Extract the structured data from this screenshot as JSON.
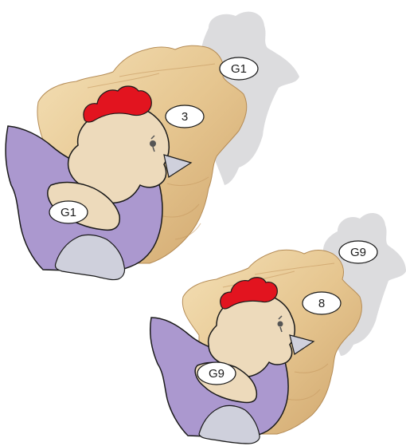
{
  "figure": {
    "top_assembly": {
      "callouts": {
        "shadow_part": "G1",
        "wood_body": "3",
        "wing_part": "G1"
      }
    },
    "bottom_assembly": {
      "callouts": {
        "shadow_part": "G9",
        "wood_body": "8",
        "wing_part": "G9"
      }
    }
  },
  "colors": {
    "shadow": "#dcdcde",
    "wood_light": "#f2dcb0",
    "wood_mid": "#e4c38c",
    "wood_dark": "#c9a068",
    "chick_face": "#eddabb",
    "comb": "#e2141f",
    "wing_purple": "#ab98cf",
    "feet_grey": "#cfd0dc",
    "outline": "#1a1a1a"
  }
}
